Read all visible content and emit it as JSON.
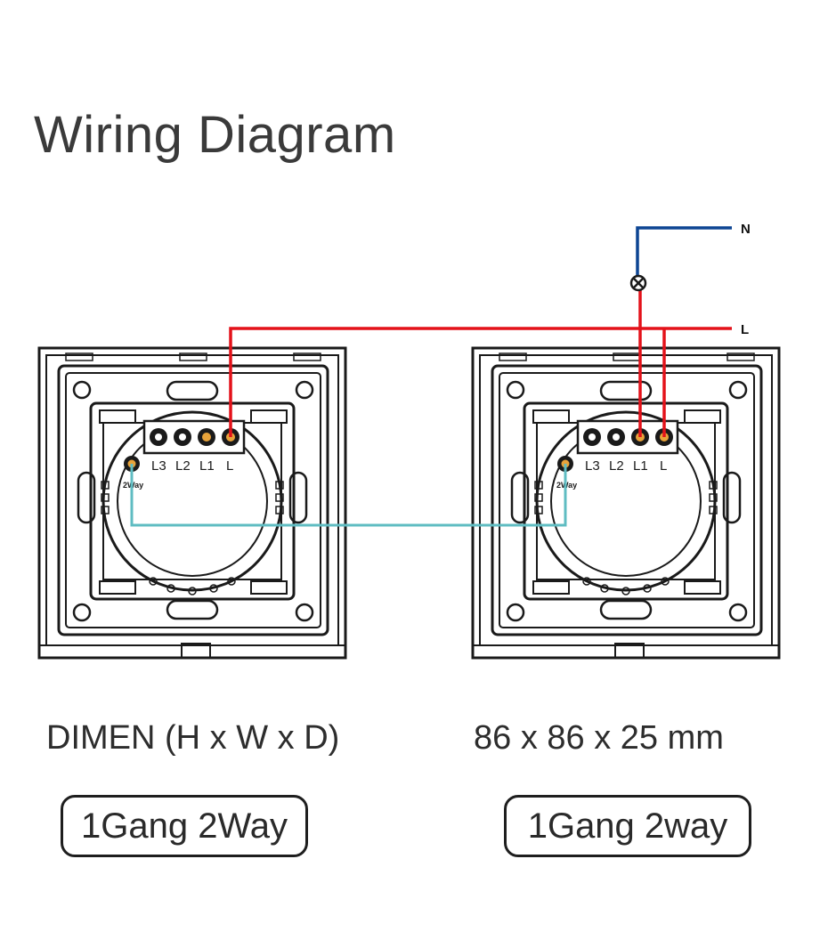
{
  "title": "Wiring Diagram",
  "wire_labels": {
    "neutral": "N",
    "live": "L"
  },
  "terminals": [
    "L3",
    "L2",
    "L1",
    "L"
  ],
  "two_way_label": "2Way",
  "dimensions": {
    "label": "DIMEN (H x W x D)",
    "value": "86 x 86 x 25 mm"
  },
  "badges": {
    "left": "1Gang 2Way",
    "right": "1Gang 2way"
  },
  "colors": {
    "live": "#e4121a",
    "neutral": "#0d4593",
    "traveller": "#5fbcc2",
    "outline": "#1a1a1a",
    "terminal_contact": "#e8a33a"
  },
  "icons": {
    "lamp": "lamp-icon"
  }
}
